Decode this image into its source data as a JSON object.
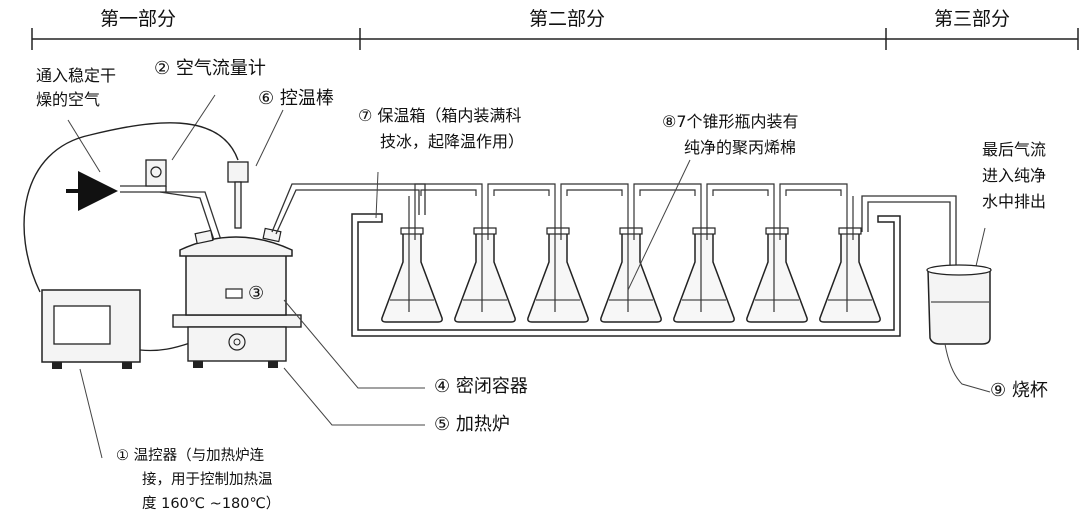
{
  "sections": {
    "part1": "第一部分",
    "part2": "第二部分",
    "part3": "第三部分"
  },
  "labels": {
    "air_input_line1": "通入稳定干",
    "air_input_line2": "燥的空气",
    "flowmeter": "② 空气流量计",
    "temp_rod": "⑥ 控温棒",
    "bath_line1": "⑦ 保温箱（箱内装满科",
    "bath_line2": "技冰，起降温作用）",
    "flasks_line1": "⑧7个锥形瓶内装有",
    "flasks_line2": "纯净的聚丙烯棉",
    "exhaust_line1": "最后气流",
    "exhaust_line2": "进入纯净",
    "exhaust_line3": "水中排出",
    "vessel_marker": "③",
    "sealed_vessel": "④ 密闭容器",
    "heater": "⑤ 加热炉",
    "beaker": "⑨ 烧杯",
    "controller_line1": "① 温控器（与加热炉连",
    "controller_line2": "接，用于控制加热温",
    "controller_line3": "度 160℃ ~180℃）"
  },
  "flask_count": 7,
  "colors": {
    "ink": "#222222",
    "equipment_fill": "#f4f4f4",
    "accent": "#111111"
  }
}
